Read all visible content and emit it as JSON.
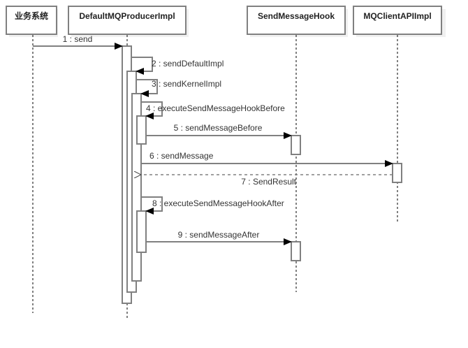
{
  "diagram": {
    "type": "sequence",
    "colors": {
      "line": "#808080",
      "lifeline": "#000000",
      "shadow": "#f0f0f0",
      "text": "#333333",
      "box_fill": "#ffffff"
    },
    "participants": [
      {
        "id": "biz",
        "label": "业务系统"
      },
      {
        "id": "producer",
        "label": "DefaultMQProducerImpl"
      },
      {
        "id": "hook",
        "label": "SendMessageHook"
      },
      {
        "id": "client",
        "label": "MQClientAPIImpl"
      }
    ],
    "messages": [
      {
        "seq": 1,
        "label": "1 : send",
        "from": "biz",
        "to": "producer",
        "kind": "sync"
      },
      {
        "seq": 2,
        "label": "2 : sendDefaultImpl",
        "from": "producer",
        "to": "producer",
        "kind": "self"
      },
      {
        "seq": 3,
        "label": "3 : sendKernelImpl",
        "from": "producer",
        "to": "producer",
        "kind": "self"
      },
      {
        "seq": 4,
        "label": "4 : executeSendMessageHookBefore",
        "from": "producer",
        "to": "producer",
        "kind": "self"
      },
      {
        "seq": 5,
        "label": "5 : sendMessageBefore",
        "from": "producer",
        "to": "hook",
        "kind": "sync"
      },
      {
        "seq": 6,
        "label": "6 : sendMessage",
        "from": "producer",
        "to": "client",
        "kind": "sync"
      },
      {
        "seq": 7,
        "label": "7 : SendResult",
        "from": "client",
        "to": "producer",
        "kind": "return"
      },
      {
        "seq": 8,
        "label": "8 : executeSendMessageHookAfter",
        "from": "producer",
        "to": "producer",
        "kind": "self"
      },
      {
        "seq": 9,
        "label": "9 : sendMessageAfter",
        "from": "producer",
        "to": "hook",
        "kind": "sync"
      }
    ]
  }
}
